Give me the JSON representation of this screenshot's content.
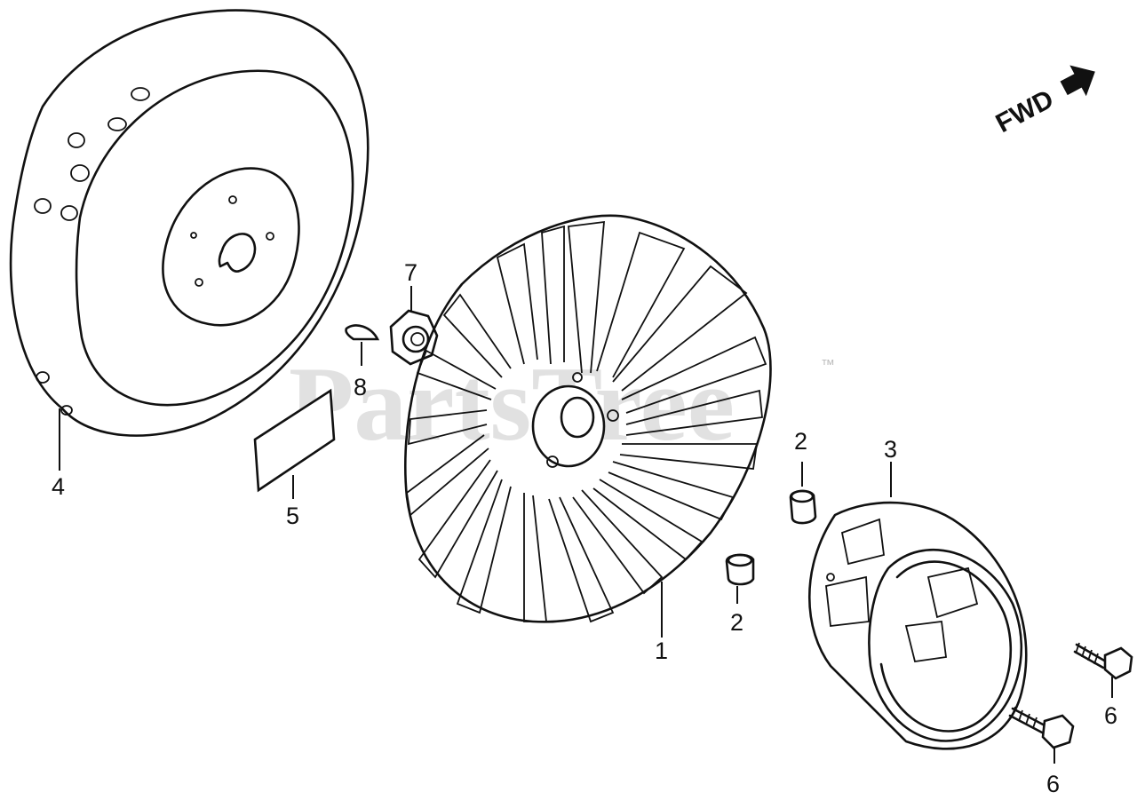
{
  "watermark": {
    "text": "PartsTree",
    "trademark": "™"
  },
  "direction_indicator": {
    "label": "FWD"
  },
  "callouts": {
    "cooling_fan": "1",
    "collar_upper": "2",
    "collar_lower": "2",
    "starter_pulley": "3",
    "flywheel": "4",
    "label_plate": "5",
    "bolt_upper": "6",
    "bolt_lower": "6",
    "nut": "7",
    "woodruff_key": "8"
  }
}
